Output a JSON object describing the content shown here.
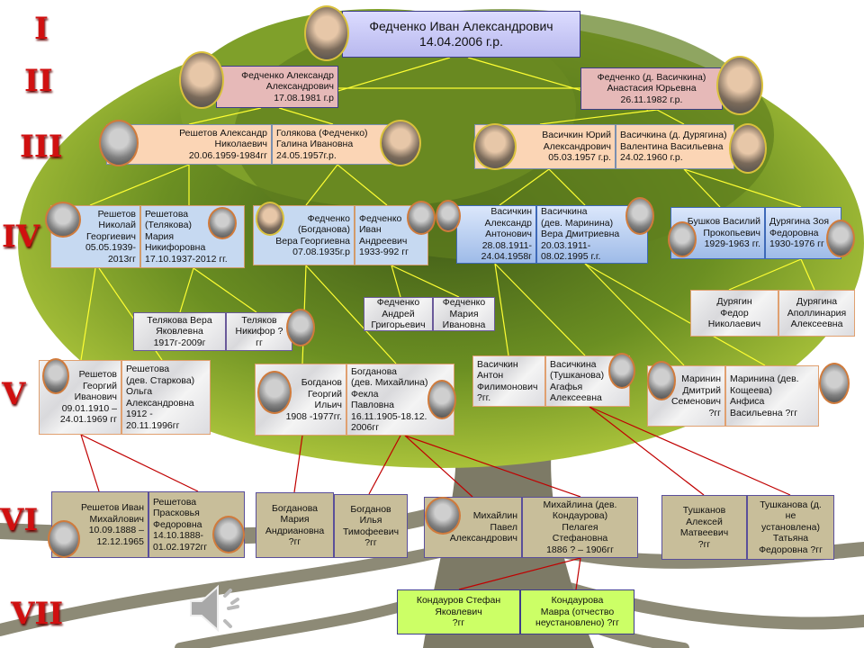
{
  "generations": [
    "I",
    "II",
    "III",
    "IV",
    "V",
    "VI",
    "VII"
  ],
  "people": {
    "g1": "Федченко  Иван Александрович\n14.04.2006 г.р.",
    "g2a": "Федченко Александр\nАлександрович\n17.08.1981 г.р",
    "g2b": "Федченко (д. Васичкина)\nАнастасия Юрьевна\n26.11.1982 г.р.",
    "g3a": "Решетов Александр\nНиколаевич\n20.06.1959-1984гг",
    "g3b": "Голякова (Федченко)\nГалина Ивановна\n24.05.1957г.р.",
    "g3c": "Васичкин Юрий\nАлександрович\n05.03.1957 г.р.",
    "g3d": "Васичкина (д. Дурягина)\nВалентина Васильевна\n24.02.1960 г.р.",
    "g4a": "Решетов\nНиколай\nГеоргиевич\n05.05.1939-\n2013гг",
    "g4b": "Решетова\n(Телякова)\nМария\nНикифоровна\n17.10.1937-2012 гг.",
    "g4c": "Федченко\n(Богданова)\nВера  Георгиевна\n07.08.1935г.р",
    "g4d": "Федченко\nИван\nАндреевич\n1933-992 гг",
    "g4e": "Васичкин\nАлександр\nАнтонович\n28.08.1911-\n24.04.1958г",
    "g4f": "Васичкина\n(дев. Маринина)\nВера Дмитриевна\n20.03.1911-\n08.02.1995 г.г.",
    "g4g": "Бушков Василий\nПрокопьевич\n1929-1963 гг.",
    "g4h": "Дурягина Зоя\nФедоровна\n1930-1976 гг",
    "m1": "Телякова  Вера\nЯковлевна\n1917г-2009г",
    "m2": "Теляков\nНикифор ?\nгг",
    "m3": "Федченко\nАндрей\nГригорьевич",
    "m4": "Федченко\nМария\nИвановна",
    "m5": "Дурягин\nФедор\nНиколаевич",
    "m6": "Дурягина\nАполлинария\nАлексеевна",
    "g5a": "Решетов\nГеоргий\nИванович\n09.01.1910 –\n24.01.1969 гг",
    "g5b": "Решетова\n(дев. Старкова)\nОльга\nАлександровна\n1912 -\n20.11.1996гг",
    "g5c": "Богданов\nГеоргий\nИльич\n1908 -1977гг.",
    "g5d": "Богданова\n(дев. Михайлина)\nФекла\nПавловна\n16.11.1905-18.12.\n2006гг",
    "g5e": "Васичкин\nАнтон\nФилимонович\n?гг.",
    "g5f": "Васичкина\n(Тушканова)\nАгафья\nАлексеевна",
    "g5g": "Маринин\nДмитрий\nСеменович\n?гг",
    "g5h": "Маринина (дев.\nКощеева)\nАнфиса\nВасильевна ?гг",
    "g6a": "Решетов Иван\nМихайлович\n10.09.1888 –\n12.12.1965",
    "g6b": "Решетова\nПрасковья\nФедоровна\n14.10.1888-\n01.02.1972гг",
    "g6c": "Богданова\nМария\nАндриановна\n?гг",
    "g6d": "Богданов\nИлья\nТимофеевич\n?гг",
    "g6e": "Михайлин\nПавел\nАлександрович",
    "g6f": "Михайлина (дев.\nКондаурова)\nПелагея\nСтефановна\n1886 ? – 1906гг",
    "g6g": "Тушканов\nАлексей\nМатвеевич\n?гг",
    "g6h": "Тушканова (д.\nне\nустановлена)\nТатьяна\nФедоровна ?гг",
    "g7a": "Кондауров Стефан\nЯковлевич\n?гг",
    "g7b": "Кондаурова\nМавра (отчество\nнеустановлено) ?гг"
  },
  "colors": {
    "numeral": "#d01010",
    "connector_upper": "#ffff33",
    "connector_lower": "#c00000"
  }
}
